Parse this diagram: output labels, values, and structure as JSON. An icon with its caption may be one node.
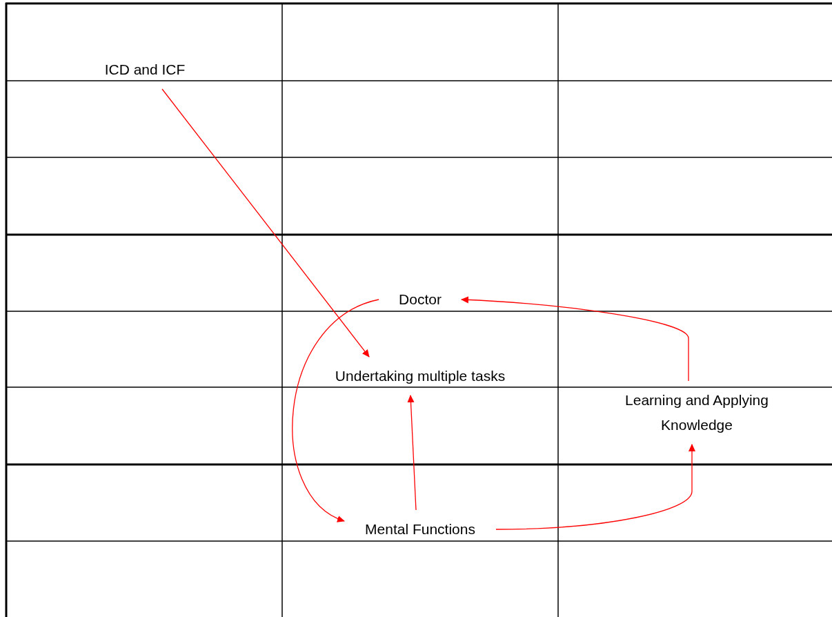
{
  "diagram": {
    "nodes": [
      {
        "text": [
          "ICD and ICF"
        ]
      },
      {
        "text": [
          "Doctor"
        ]
      },
      {
        "text": [
          "Undertaking multiple tasks"
        ]
      },
      {
        "text": [
          "Learning and Applying Knowledge"
        ]
      },
      {
        "text": [
          "Mental Functions"
        ]
      }
    ],
    "edges": [
      {
        "from": 0,
        "to": 2,
        "arrow": "to"
      },
      {
        "from": 1,
        "to": 4,
        "arrow": "to"
      },
      {
        "from": 4,
        "to": 2,
        "arrow": "to"
      },
      {
        "from": 4,
        "to": 3,
        "arrow": "to"
      },
      {
        "from": 3,
        "to": 1,
        "arrow": "to"
      }
    ]
  }
}
